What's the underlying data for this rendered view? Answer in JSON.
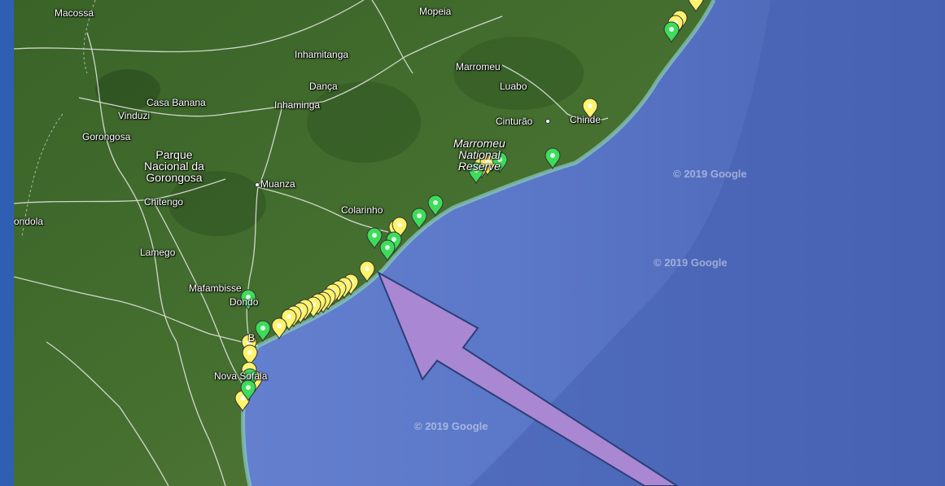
{
  "map": {
    "colors": {
      "land": "#3f6a2c",
      "ocean": "#5c78c8",
      "deep_ocean": "#4a63b4",
      "road": "#f2f2f2",
      "coast_tint": "#8fd2c4",
      "frame": "#2f5fb3",
      "marker_yellow": "#fff36b",
      "marker_green": "#3ddc5a",
      "arrow_fill": "#a987d2",
      "arrow_stroke": "#2a3f7a"
    },
    "places": {
      "macossa": "Macossa",
      "mopeia": "Mopeia",
      "inhamitanga": "Inhamitanga",
      "marromeu": "Marromeu",
      "danca": "Dança",
      "luabo": "Luabo",
      "casa_banana": "Casa Banana",
      "inhaminga": "Inhaminga",
      "vinduzi": "Vinduzi",
      "cinturao": "Cinturão",
      "chinde": "Chinde",
      "gorongosa": "Gorongosa",
      "parque_line1": "Parque",
      "parque_line2": "Nacional da",
      "parque_line3": "Gorongosa",
      "marromeu_np_line1": "Marromeu",
      "marromeu_np_line2": "National",
      "marromeu_np_line3": "Reserve",
      "muanza": "Muanza",
      "chitengo": "Chitengo",
      "colarinho": "Colarinho",
      "condola": "ondola",
      "lamego": "Lamego",
      "mafambisse": "Mafambisse",
      "dondo": "Dondo",
      "beira": "B",
      "nova_sofala": "Nova Sofala"
    },
    "watermarks": [
      "© 2019 Google",
      "© 2019 Google",
      "© 2019 Google"
    ]
  }
}
